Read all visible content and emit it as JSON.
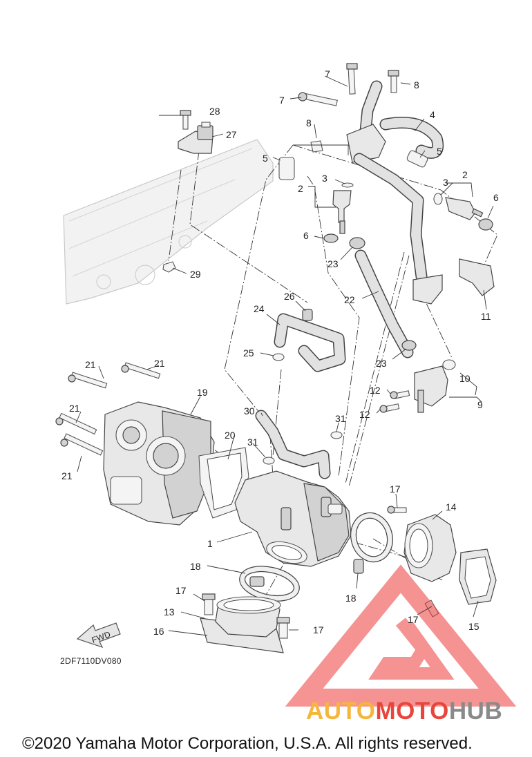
{
  "diagram_code": "2DF7110DV080",
  "fwd_label": "FWD",
  "callouts": {
    "c1": "1",
    "c2a": "2",
    "c2b": "2",
    "c3a": "3",
    "c3b": "3",
    "c4": "4",
    "c5a": "5",
    "c5b": "5",
    "c6a": "6",
    "c6b": "6",
    "c7a": "7",
    "c7b": "7",
    "c8a": "8",
    "c8b": "8",
    "c9": "9",
    "c10": "10",
    "c11": "11",
    "c12a": "12",
    "c12b": "12",
    "c13": "13",
    "c14": "14",
    "c15": "15",
    "c16": "16",
    "c17a": "17",
    "c17b": "17",
    "c17c": "17",
    "c17d": "17",
    "c18a": "18",
    "c18b": "18",
    "c19": "19",
    "c20": "20",
    "c21a": "21",
    "c21b": "21",
    "c21c": "21",
    "c21d": "21",
    "c22": "22",
    "c23a": "23",
    "c23b": "23",
    "c24": "24",
    "c25": "25",
    "c26": "26",
    "c27": "27",
    "c28": "28",
    "c29": "29",
    "c30": "30",
    "c31a": "31",
    "c31b": "31"
  },
  "watermark": {
    "part1": "AUTO",
    "part2": "MOTO",
    "part3": "HUB",
    "color1": "#f5b63c",
    "color2": "#e8463c",
    "color3": "#8a8a8a",
    "logo_color": "#ee3b3b"
  },
  "copyright": "©2020 Yamaha Motor Corporation, U.S.A. All rights reserved."
}
